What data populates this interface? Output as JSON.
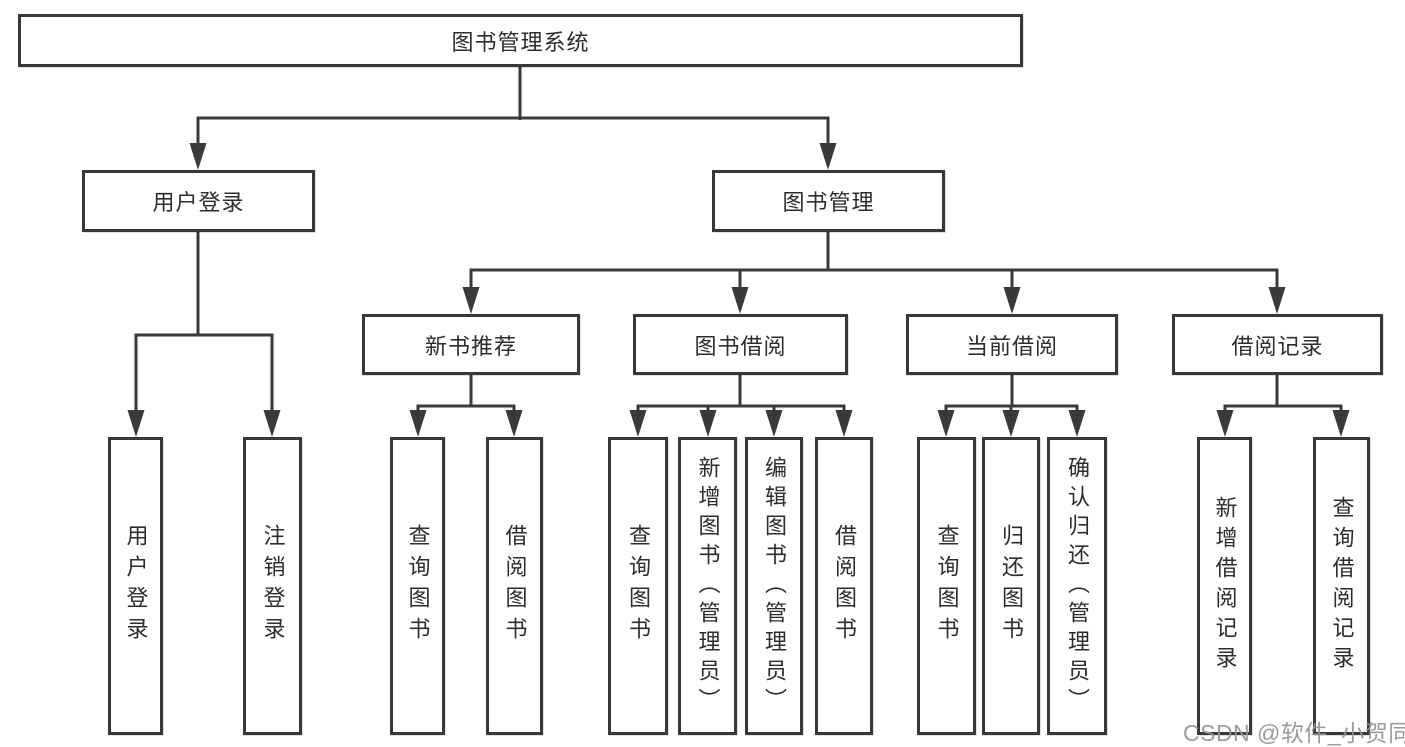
{
  "tree": {
    "label": "图书管理系统",
    "children": [
      {
        "label": "用户登录",
        "children": [
          {
            "label": "用户登录"
          },
          {
            "label": "注销登录"
          }
        ]
      },
      {
        "label": "图书管理",
        "children": [
          {
            "label": "新书推荐",
            "children": [
              {
                "label": "查询图书"
              },
              {
                "label": "借阅图书"
              }
            ]
          },
          {
            "label": "图书借阅",
            "children": [
              {
                "label": "查询图书"
              },
              {
                "label": "新增图书（管理员）"
              },
              {
                "label": "编辑图书（管理员）"
              },
              {
                "label": "借阅图书"
              }
            ]
          },
          {
            "label": "当前借阅",
            "children": [
              {
                "label": "查询图书"
              },
              {
                "label": "归还图书"
              },
              {
                "label": "确认归还（管理员）"
              }
            ]
          },
          {
            "label": "借阅记录",
            "children": [
              {
                "label": "新增借阅记录"
              },
              {
                "label": "查询借阅记录"
              }
            ]
          }
        ]
      }
    ]
  },
  "watermark": {
    "text": "CSDN @软件_小贺同学"
  },
  "colors": {
    "line": "#3a3a3a",
    "border": "#383838",
    "text": "#2d2d2d",
    "watermark": "#949494",
    "background": "#ffffff"
  }
}
